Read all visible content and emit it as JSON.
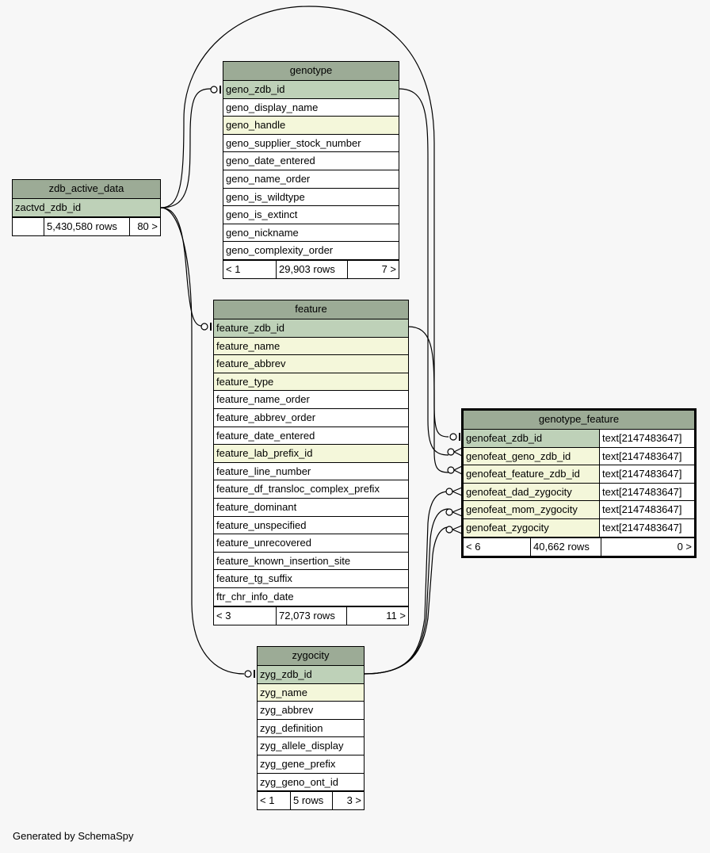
{
  "credit": "Generated by SchemaSpy",
  "tables": {
    "zdb_active_data": {
      "name": "zdb_active_data",
      "columns": [
        {
          "name": "zactvd_zdb_id",
          "kind": "pk"
        }
      ],
      "footer": {
        "left": "",
        "rows": "5,430,580 rows",
        "right": "80 >"
      }
    },
    "genotype": {
      "name": "genotype",
      "columns": [
        {
          "name": "geno_zdb_id",
          "kind": "pk"
        },
        {
          "name": "geno_display_name",
          "kind": "plain"
        },
        {
          "name": "geno_handle",
          "kind": "idx"
        },
        {
          "name": "geno_supplier_stock_number",
          "kind": "plain"
        },
        {
          "name": "geno_date_entered",
          "kind": "plain"
        },
        {
          "name": "geno_name_order",
          "kind": "plain"
        },
        {
          "name": "geno_is_wildtype",
          "kind": "plain"
        },
        {
          "name": "geno_is_extinct",
          "kind": "plain"
        },
        {
          "name": "geno_nickname",
          "kind": "plain"
        },
        {
          "name": "geno_complexity_order",
          "kind": "plain"
        }
      ],
      "footer": {
        "left": "< 1",
        "rows": "29,903 rows",
        "right": "7 >"
      }
    },
    "feature": {
      "name": "feature",
      "columns": [
        {
          "name": "feature_zdb_id",
          "kind": "pk"
        },
        {
          "name": "feature_name",
          "kind": "idx"
        },
        {
          "name": "feature_abbrev",
          "kind": "idx"
        },
        {
          "name": "feature_type",
          "kind": "idx"
        },
        {
          "name": "feature_name_order",
          "kind": "plain"
        },
        {
          "name": "feature_abbrev_order",
          "kind": "plain"
        },
        {
          "name": "feature_date_entered",
          "kind": "plain"
        },
        {
          "name": "feature_lab_prefix_id",
          "kind": "idx"
        },
        {
          "name": "feature_line_number",
          "kind": "plain"
        },
        {
          "name": "feature_df_transloc_complex_prefix",
          "kind": "plain"
        },
        {
          "name": "feature_dominant",
          "kind": "plain"
        },
        {
          "name": "feature_unspecified",
          "kind": "plain"
        },
        {
          "name": "feature_unrecovered",
          "kind": "plain"
        },
        {
          "name": "feature_known_insertion_site",
          "kind": "plain"
        },
        {
          "name": "feature_tg_suffix",
          "kind": "plain"
        },
        {
          "name": "ftr_chr_info_date",
          "kind": "plain"
        }
      ],
      "footer": {
        "left": "< 3",
        "rows": "72,073 rows",
        "right": "11 >"
      }
    },
    "zygocity": {
      "name": "zygocity",
      "columns": [
        {
          "name": "zyg_zdb_id",
          "kind": "pk"
        },
        {
          "name": "zyg_name",
          "kind": "idx"
        },
        {
          "name": "zyg_abbrev",
          "kind": "plain"
        },
        {
          "name": "zyg_definition",
          "kind": "plain"
        },
        {
          "name": "zyg_allele_display",
          "kind": "plain"
        },
        {
          "name": "zyg_gene_prefix",
          "kind": "plain"
        },
        {
          "name": "zyg_geno_ont_id",
          "kind": "plain"
        }
      ],
      "footer": {
        "left": "< 1",
        "rows": "5 rows",
        "right": "3 >"
      }
    },
    "genotype_feature": {
      "name": "genotype_feature",
      "columns": [
        {
          "name": "genofeat_zdb_id",
          "kind": "pk",
          "type": "text[2147483647]"
        },
        {
          "name": "genofeat_geno_zdb_id",
          "kind": "idx",
          "type": "text[2147483647]"
        },
        {
          "name": "genofeat_feature_zdb_id",
          "kind": "idx",
          "type": "text[2147483647]"
        },
        {
          "name": "genofeat_dad_zygocity",
          "kind": "idx",
          "type": "text[2147483647]"
        },
        {
          "name": "genofeat_mom_zygocity",
          "kind": "idx",
          "type": "text[2147483647]"
        },
        {
          "name": "genofeat_zygocity",
          "kind": "idx",
          "type": "text[2147483647]"
        }
      ],
      "footer": {
        "left": "< 6",
        "rows": "40,662 rows",
        "right": "0 >"
      }
    }
  },
  "colors": {
    "title_bg": "#9cab96",
    "pk_bg": "#bed1b8",
    "index_bg": "#f4f7da",
    "plain_bg": "#ffffff",
    "page_bg": "#f7f7f7"
  }
}
